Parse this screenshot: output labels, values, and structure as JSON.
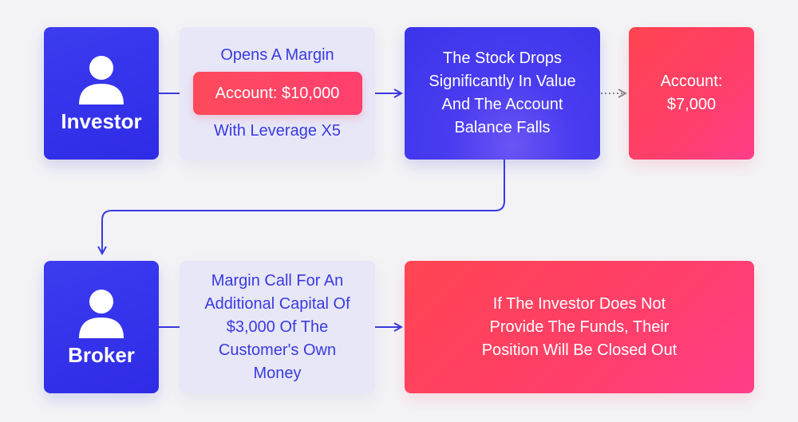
{
  "nodes": {
    "investor": {
      "label": "Investor",
      "icon": "person-icon"
    },
    "opens_margin": {
      "line1": "Opens A Margin",
      "highlight": "Account: $10,000",
      "line2": "With Leverage X5"
    },
    "stock_drops": {
      "lines": [
        "The Stock Drops",
        "Significantly In Value",
        "And The Account",
        "Balance Falls"
      ]
    },
    "account_after": {
      "lines": [
        "Account:",
        "$7,000"
      ]
    },
    "broker": {
      "label": "Broker",
      "icon": "person-icon"
    },
    "margin_call": {
      "lines": [
        "Margin Call For An",
        "Additional Capital Of",
        "$3,000 Of The",
        "Customer's Own",
        "Money"
      ]
    },
    "closed_out": {
      "lines": [
        "If The Investor Does Not",
        "Provide The Funds, Their",
        "Position Will Be Closed Out"
      ]
    }
  },
  "colors": {
    "actor_blue": "#3c3cf0",
    "light_bg": "#e7e7f8",
    "text_blue": "#3a3ae0",
    "red": "#ff4452",
    "pink": "#ff3d8a",
    "connector": "#3a3ae0",
    "dotted_arrow": "#8a8a8a"
  }
}
